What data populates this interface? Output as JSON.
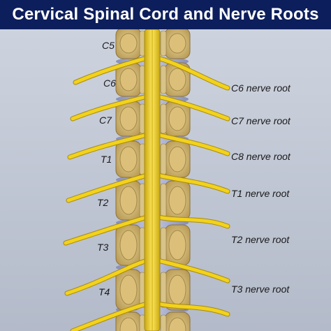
{
  "title": "Cervical Spinal Cord and Nerve Roots",
  "left_labels": [
    "C5",
    "C6",
    "C7",
    "T1",
    "T2",
    "T3",
    "T4"
  ],
  "right_labels": [
    "C6 nerve root",
    "C7 nerve root",
    "C8 nerve root",
    "T1 nerve root",
    "T2 nerve root",
    "T3 nerve root"
  ],
  "colors": {
    "title_bar": "#0d1e5c",
    "background": "#c0c6d3",
    "nerve": "#f2d21c",
    "bone": "#e9d9a4",
    "disc": "#9ea6cc",
    "marrow": "#dcc07a"
  }
}
